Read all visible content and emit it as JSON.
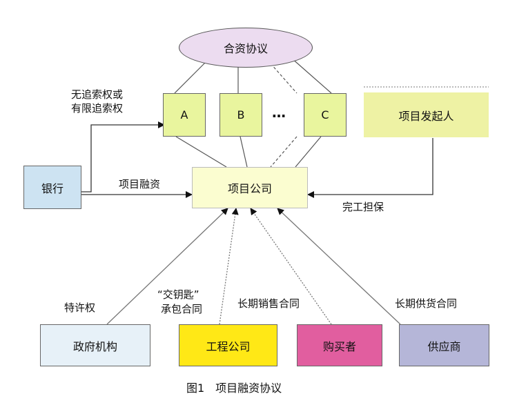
{
  "ellipse": {
    "label": "合资协议",
    "color": "#ecdcf0"
  },
  "parties": [
    {
      "label": "A"
    },
    {
      "label": "B"
    },
    {
      "label": "…"
    },
    {
      "label": "C"
    }
  ],
  "sponsor": {
    "label": "项目发起人"
  },
  "bank": {
    "label": "银行"
  },
  "company": {
    "label": "项目公司"
  },
  "bottom_boxes": [
    {
      "label": "政府机构",
      "color": "#e7f1f8"
    },
    {
      "label": "工程公司",
      "color": "#ffe816"
    },
    {
      "label": "购买者",
      "color": "#e15e9f"
    },
    {
      "label": "供应商",
      "color": "#b5b6d8"
    }
  ],
  "edge_labels": {
    "recourse_line1": "无追索权或",
    "recourse_line2": "有限追索权",
    "financing": "项目融资",
    "completion": "完工担保",
    "franchise": "特许权",
    "turnkey_line1": "“交钥匙”",
    "turnkey_line2": "承包合同",
    "sales": "长期销售合同",
    "supply": "长期供货合同"
  },
  "caption": "图1　项目融资协议",
  "colors": {
    "party_fill": "#e9f59e",
    "sponsor_fill": "#eef2a4",
    "company_fill": "#fbfdd0",
    "bank_fill": "#cde3f2"
  }
}
